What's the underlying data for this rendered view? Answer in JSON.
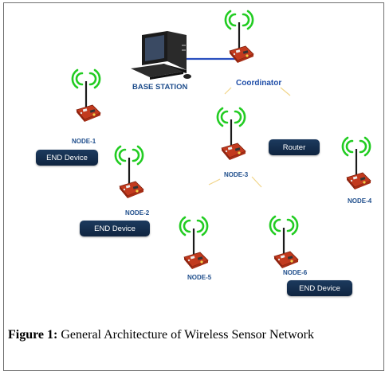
{
  "labels": {
    "base_station": "BASE STATION",
    "coordinator": "Coordinator",
    "router": "Router",
    "end_device_1": "END Device",
    "end_device_2": "END Device",
    "end_device_3": "END Device",
    "node_1": "NODE-1",
    "node_2": "NODE-2",
    "node_3": "NODE-3",
    "node_4": "NODE-4",
    "node_5": "NODE-5",
    "node_6": "NODE-6"
  },
  "caption": {
    "label": "Figure 1:",
    "text": " General Architecture of Wireless Sensor Network"
  },
  "colors": {
    "wave": "#22cc22",
    "board": "#c23a1e",
    "link": "#2a4fbf",
    "pill": "#13304f",
    "label": "#1f4e8c"
  }
}
